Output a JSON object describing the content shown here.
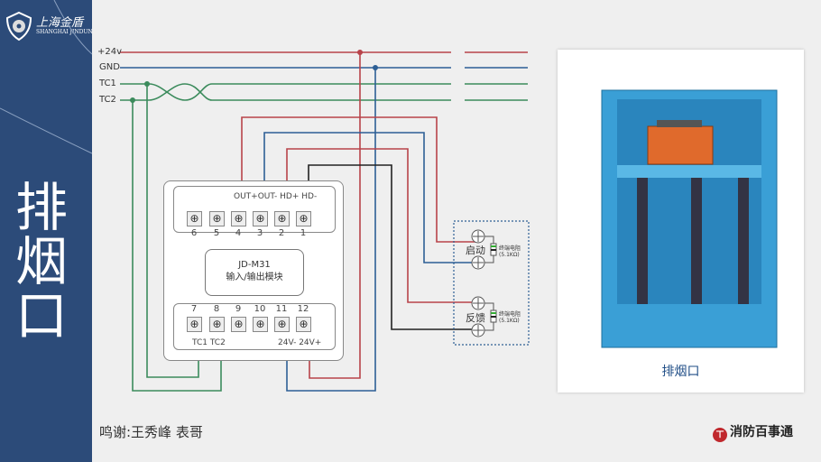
{
  "sidebar": {
    "logo_cn": "上海金盾",
    "logo_en": "SHANGHAI JINDUN",
    "title": "排烟口"
  },
  "bus": {
    "v24": "+24v",
    "gnd": "GND",
    "tc1": "TC1",
    "tc2": "TC2"
  },
  "module": {
    "model": "JD-M31",
    "name": "输入/输出模块",
    "top_labels": "OUT+OUT-  HD+   HD-",
    "top_numbers": [
      "6",
      "5",
      "4",
      "3",
      "2",
      "1"
    ],
    "bottom_numbers": [
      "7",
      "8",
      "9",
      "10",
      "11",
      "12"
    ],
    "bottom_left": "TC1   TC2",
    "bottom_right": "24V-  24V+"
  },
  "device": {
    "start": "启动",
    "feedback": "反馈",
    "resistor": "终端电阻",
    "resistor_value": "(5.1KΩ)"
  },
  "photo": {
    "caption": "排烟口"
  },
  "footer": {
    "credit": "鸣谢:王秀峰  表哥",
    "brand": "消防百事通"
  },
  "colors": {
    "v24": "#b8434a",
    "gnd": "#2d5f95",
    "tc": "#3b8b5c",
    "hd_minus": "#222222",
    "sidebar": "#2c4b79"
  }
}
